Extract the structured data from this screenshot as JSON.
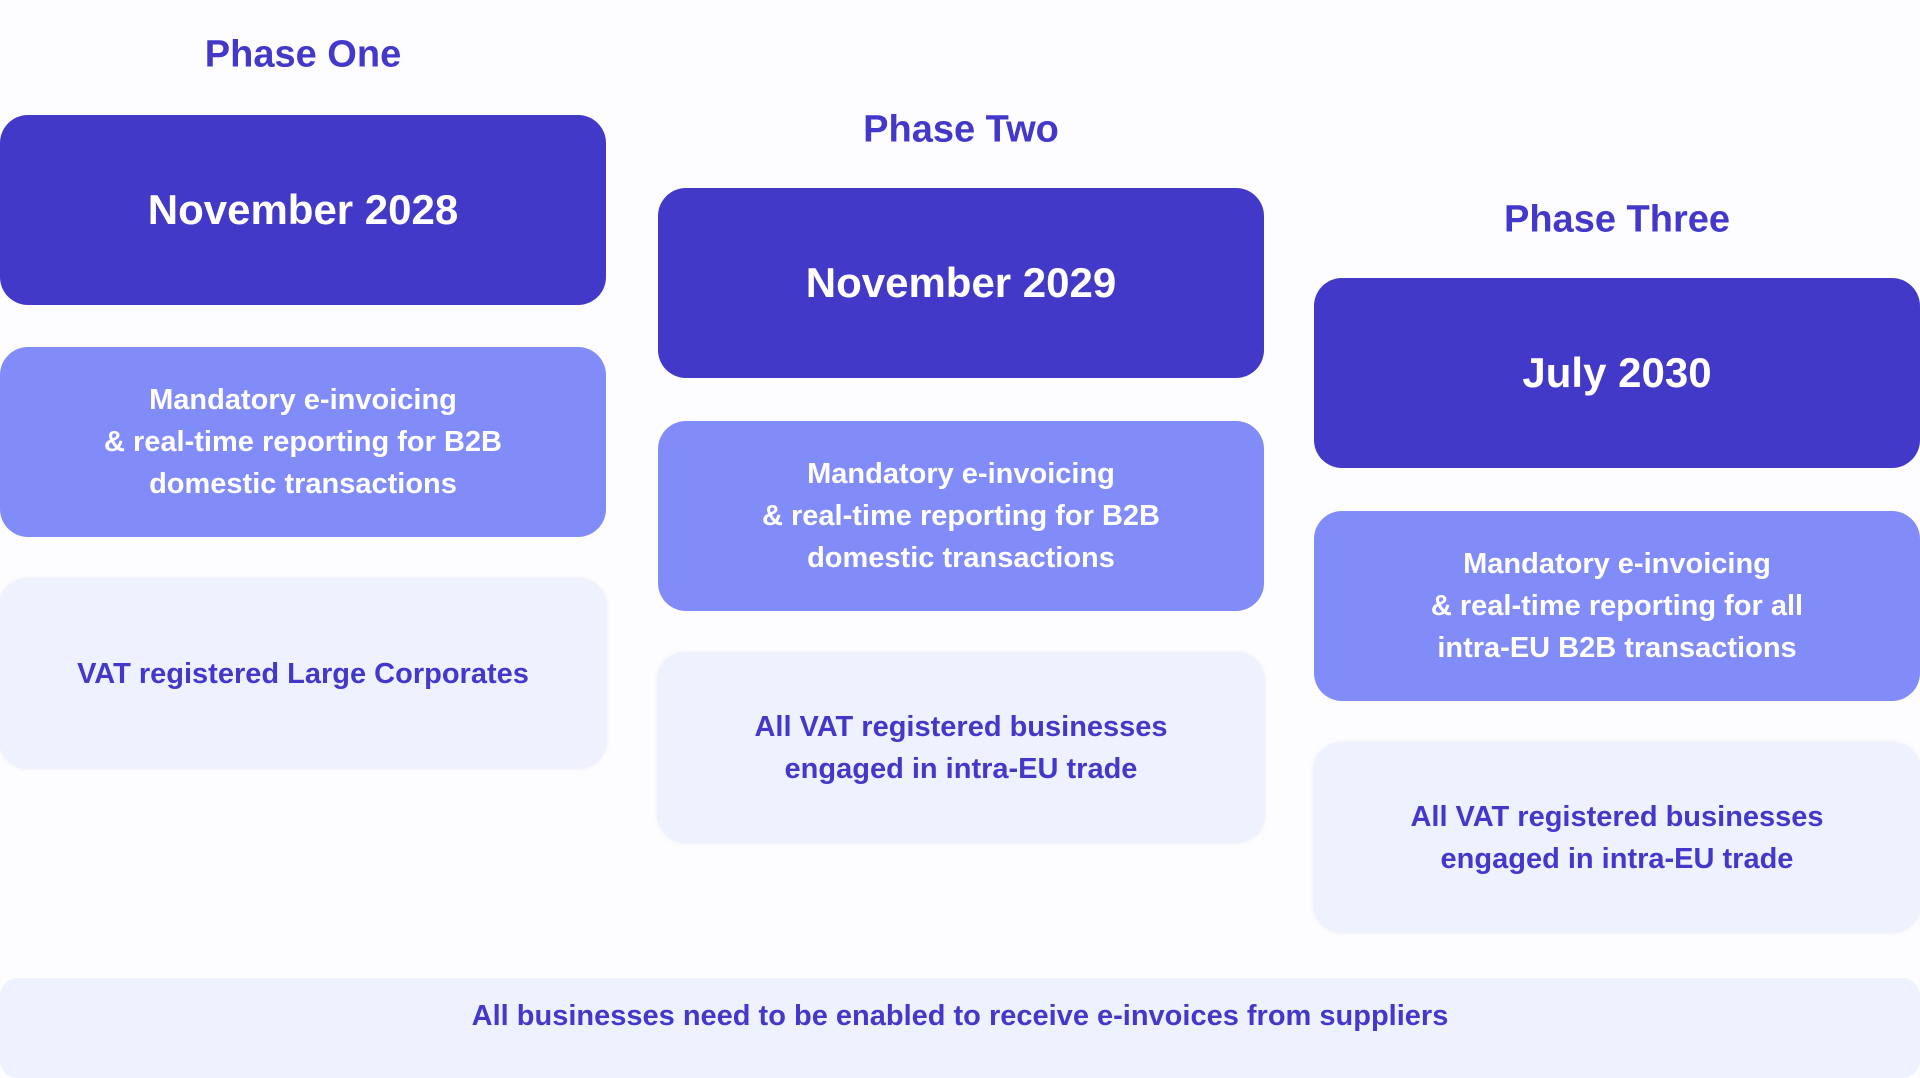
{
  "colors": {
    "dark": "#4339c9",
    "mid": "#818cf8",
    "light": "#eef1fe",
    "text": "#4338ca"
  },
  "phases": [
    {
      "title": "Phase One",
      "date": "November 2028",
      "scope": "Mandatory e-invoicing\n& real-time reporting for B2B\ndomestic transactions",
      "audience": "VAT registered Large Corporates"
    },
    {
      "title": "Phase Two",
      "date": "November 2029",
      "scope": "Mandatory e-invoicing\n& real-time reporting for B2B\ndomestic transactions",
      "audience": "All VAT registered businesses\nengaged in intra-EU trade"
    },
    {
      "title": "Phase Three",
      "date": "July 2030",
      "scope": "Mandatory e-invoicing\n& real-time reporting for all\nintra-EU B2B transactions",
      "audience": "All VAT registered businesses\nengaged in intra-EU trade"
    }
  ],
  "footer": "All businesses need to be enabled to receive e-invoices from suppliers"
}
